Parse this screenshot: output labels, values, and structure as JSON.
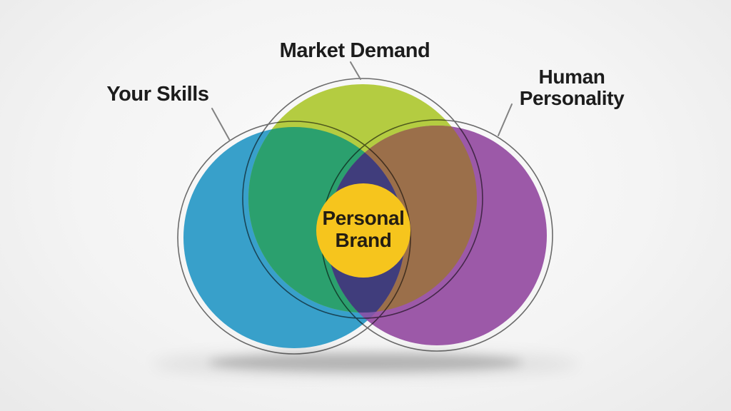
{
  "venn": {
    "type": "venn-diagram",
    "sets": [
      {
        "id": "your-skills",
        "label": "Your Skills",
        "color": "#38a0ca"
      },
      {
        "id": "market-demand",
        "label": "Market Demand",
        "color": "#b4cc41"
      },
      {
        "id": "human-personality",
        "label": "Human Personality",
        "color": "#9c59a8"
      }
    ],
    "intersections": [
      {
        "sets": "your-skills + market-demand",
        "color": "#2ba06e"
      },
      {
        "sets": "market-demand + human-personality",
        "color": "#9b6f4a"
      },
      {
        "sets": "your-skills + human-personality",
        "color": "#8157a8"
      },
      {
        "sets": "your-skills + market-demand + human-personality",
        "color": "#403d7c"
      }
    ],
    "center": {
      "label": "Personal Brand",
      "fill": "#f6c51d",
      "text_color": "#241d12"
    }
  },
  "style": {
    "label_text_color": "#1c1c1c",
    "outline_color": "#6e6e6e",
    "leader_line_color": "#828282",
    "background_center": "#fbfbfb",
    "background_edge": "#e9e9e9",
    "shadow_color": "#000000"
  }
}
